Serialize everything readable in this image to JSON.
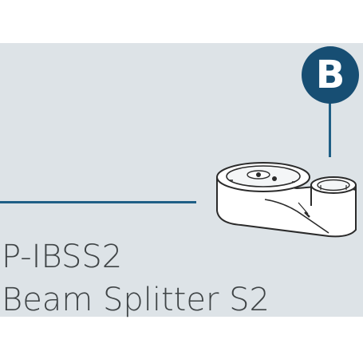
{
  "badge": {
    "letter": "B"
  },
  "caption": {
    "code": "P-IBSS2",
    "name": "Beam Splitter S2"
  },
  "colors": {
    "panel": "#dde3e7",
    "accent": "#1f5f86",
    "badge": "#174e73",
    "text": "#3f4446"
  },
  "icons": {
    "part": "beam-splitter-illustration"
  }
}
